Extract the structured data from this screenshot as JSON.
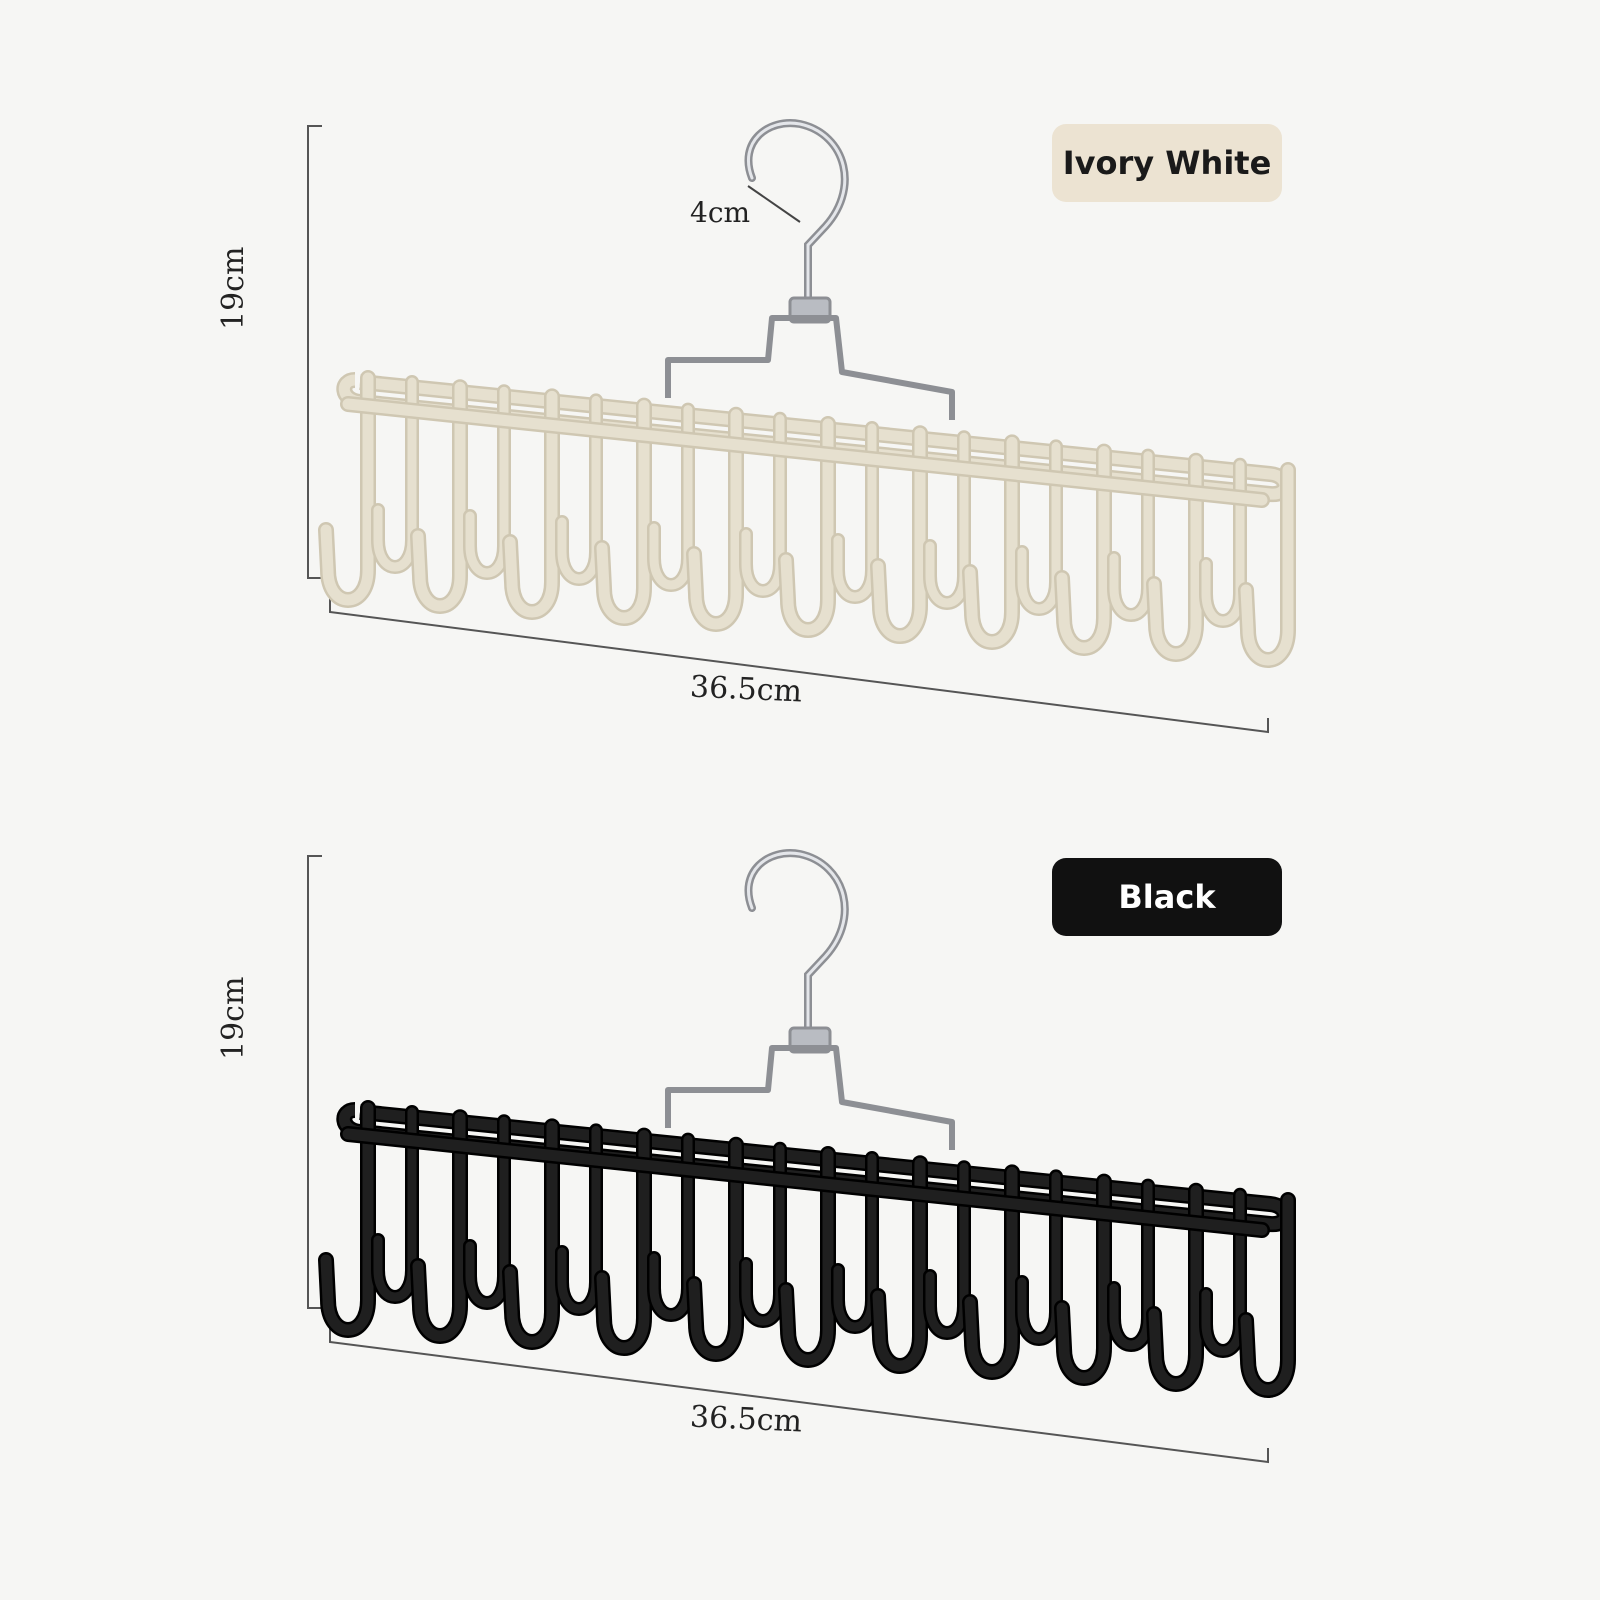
{
  "variants": [
    {
      "color_name": "Ivory White",
      "height_label": "19cm",
      "width_label": "36.5cm",
      "hook_label": "4cm",
      "hook_color": "#e6e0cf",
      "hook_stroke": "#cfc7b2"
    },
    {
      "color_name": "Black",
      "height_label": "19cm",
      "width_label": "36.5cm",
      "hook_color": "#1f1f1f",
      "hook_stroke": "#000000"
    }
  ],
  "icons": {
    "hanger": "tie-rack-hanger-icon"
  }
}
